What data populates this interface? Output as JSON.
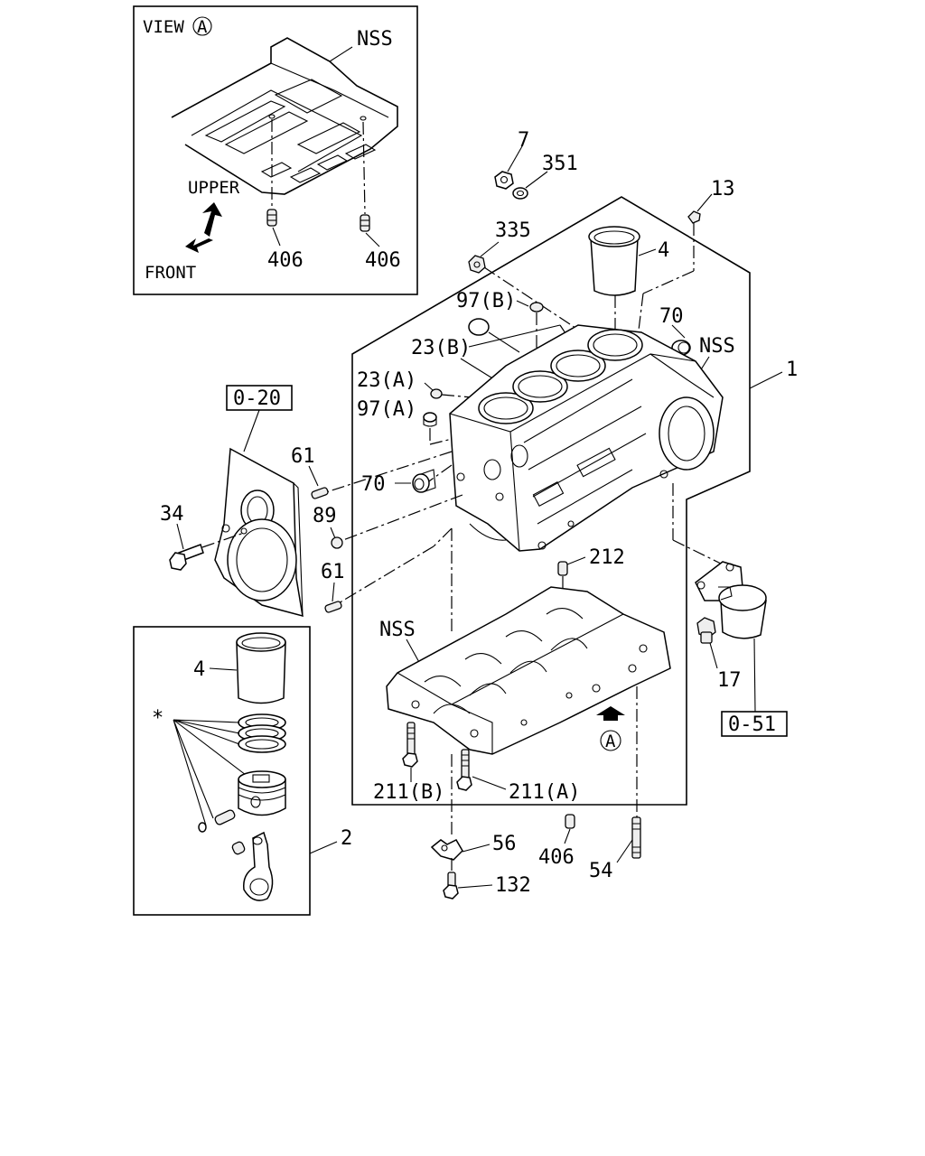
{
  "inset_view": {
    "title": "VIEW",
    "title_marker": "A",
    "label_nss": "NSS",
    "label_upper": "UPPER",
    "label_front": "FRONT",
    "callout_left": "406",
    "callout_right": "406"
  },
  "refs": {
    "ref_0_20": "0-20",
    "ref_0_51": "0-51"
  },
  "callouts": {
    "c7": "7",
    "c351": "351",
    "c13": "13",
    "c335": "335",
    "c4_top": "4",
    "c97b": "97(B)",
    "c70_right": "70",
    "c23b": "23(B)",
    "c_nss_right": "NSS",
    "c1": "1",
    "c23a": "23(A)",
    "c97a": "97(A)",
    "c61_top": "61",
    "c70_left": "70",
    "c34": "34",
    "c89": "89",
    "c61_bottom": "61",
    "c212": "212",
    "c_nss_lower": "NSS",
    "c17": "17",
    "c_view_a": "A",
    "c211b": "211(B)",
    "c211a": "211(A)",
    "c56": "56",
    "c406": "406",
    "c54": "54",
    "c132": "132"
  },
  "piston_kit": {
    "c4": "4",
    "asterisk": "*",
    "c2": "2"
  }
}
